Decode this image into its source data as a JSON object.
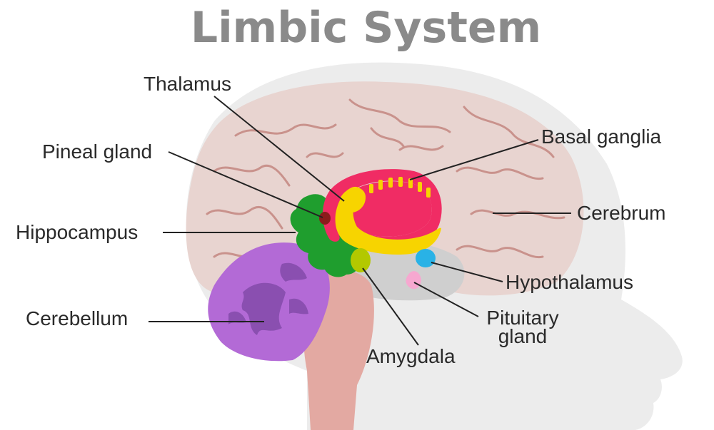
{
  "title": "Limbic System",
  "labels": {
    "thalamus": "Thalamus",
    "pineal_gland": "Pineal gland",
    "hippocampus": "Hippocampus",
    "cerebellum": "Cerebellum",
    "basal_ganglia": "Basal ganglia",
    "cerebrum": "Cerebrum",
    "hypothalamus": "Hypothalamus",
    "pituitary_line1": "Pituitary",
    "pituitary_line2": "gland",
    "amygdala": "Amygdala"
  },
  "colors": {
    "head": "#ececec",
    "cerebrum": "#e8d4d0",
    "gyri": "#c9928c",
    "brainstem": "#e3a9a2",
    "cerebellum": "#b36ad6",
    "cerebellum_detail": "#8a4fb0",
    "thalamus_outer": "#f02c64",
    "inner_yellow": "#f7d400",
    "hippocampus": "#1f9e2e",
    "pineal": "#8b1b1b",
    "hypothalamus": "#29b2e6",
    "pituitary": "#f6a8d0",
    "amygdala": "#b3c800",
    "leader": "#222222"
  }
}
